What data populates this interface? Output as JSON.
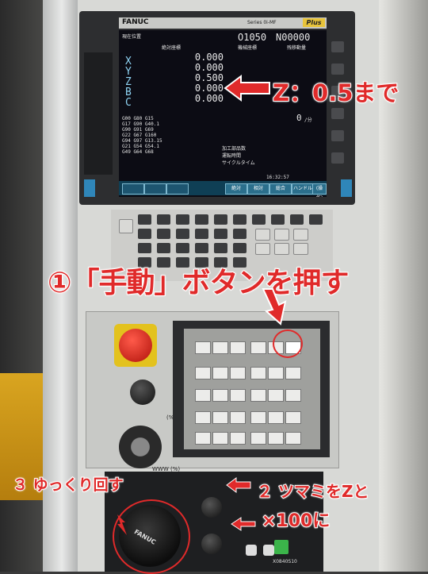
{
  "screen": {
    "brand": "FANUC",
    "series": "Series 0i-MF",
    "plus": "Plus",
    "mode_title": "現在位置",
    "program_no": "O1050",
    "sequence_no": "N00000",
    "col_abs": "絶対座標",
    "col_mach": "機械座標",
    "col_remain": "残移動量",
    "axes": [
      {
        "name": "X",
        "value": "0.000"
      },
      {
        "name": "Y",
        "value": "0.000"
      },
      {
        "name": "Z",
        "value": "0.500"
      },
      {
        "name": "B",
        "value": "0.000"
      },
      {
        "name": "C",
        "value": "0.000"
      }
    ],
    "feed_value": "0",
    "feed_unit": "/分",
    "gcodes_left": [
      "G00  G80  G15",
      "G17  G90  G40.1",
      "G90  G91  G69",
      "G22  G67  G160",
      "G94  G97  G13.15",
      "G21  G54  G54.1",
      "G49  G64  G68"
    ],
    "info_rows": [
      "加工部品数",
      "運転時間",
      "サイクルタイム"
    ],
    "time_display": "16:32:57",
    "softkeys": [
      "絶対",
      "相対",
      "総合",
      "ハンドル",
      "(操作)"
    ]
  },
  "annotations": {
    "z_target": "Z：0.5まで",
    "step1": "①「手動」ボタンを押す",
    "step3": "３ ゆっくり回す",
    "step2_line1": "２ ツマミをZと",
    "step2_line2": "×100に"
  },
  "panel": {
    "handwheel_brand": "FANUC",
    "override_label": "(%)",
    "feed_label": "WWW (%)",
    "code": "X0840S10"
  },
  "colors": {
    "annotation": "#e02a2a",
    "screen_bg": "#0c0c14",
    "softkey_bar": "#0f3f55",
    "estop": "#c8180f"
  }
}
